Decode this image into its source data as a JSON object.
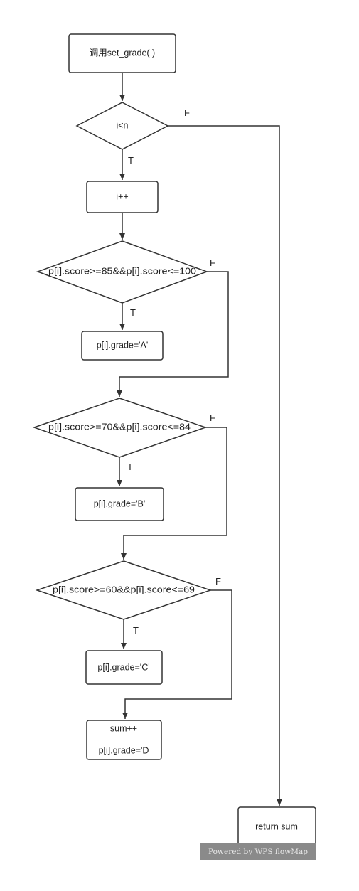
{
  "nodes": {
    "start": "调用set_grade( )",
    "loop_cond": "i<n",
    "increment": "i++",
    "cond_a": "p[i].score>=85&&p[i].score<=100",
    "assign_a": "p[i].grade='A'",
    "cond_b": "p[i].score>=70&&p[i].score<=84",
    "assign_b": "p[i].grade='B'",
    "cond_c": "p[i].score>=60&&p[i].score<=69",
    "assign_c": "p[i].grade='C'",
    "else_line1": "sum++",
    "else_line2": "p[i].grade='D",
    "end": "return sum"
  },
  "labels": {
    "true": "T",
    "false": "F"
  },
  "watermark": "Powered by WPS flowMap"
}
